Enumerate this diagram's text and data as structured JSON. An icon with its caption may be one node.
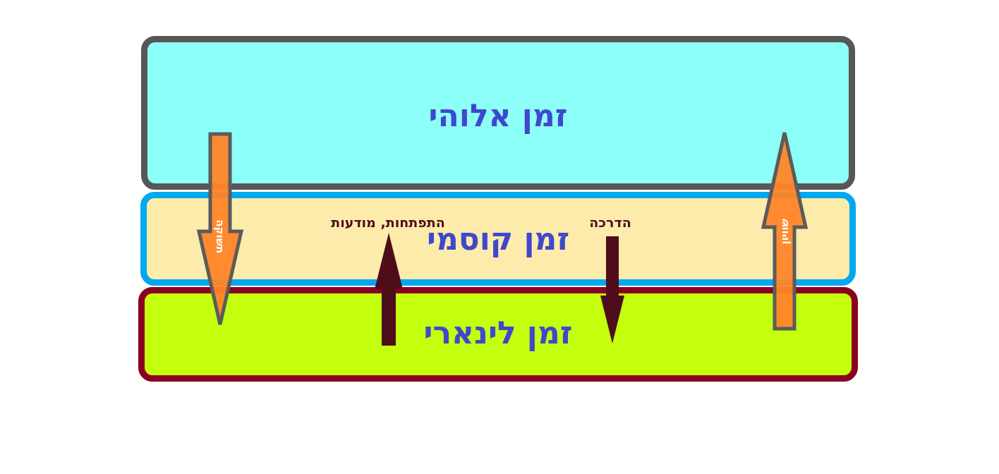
{
  "diagram": {
    "nodes": [
      {
        "text": [
          "זמן אלוהי"
        ]
      },
      {
        "text": [
          "זמן קוסמי"
        ]
      },
      {
        "text": [
          "זמן לינארי"
        ]
      }
    ],
    "edges": [
      {
        "from": 0,
        "to": 2,
        "arrow": "to",
        "label": "תשוקה",
        "color": "#ff8528",
        "style": "thick"
      },
      {
        "from": 2,
        "to": 1,
        "arrow": "to",
        "label": "התפתחות, מודעות"
      },
      {
        "from": 1,
        "to": 2,
        "arrow": "to",
        "label": "הדרכה"
      },
      {
        "from": 2,
        "to": 0,
        "arrow": "to",
        "label": "שוויון",
        "color": "#ff8528",
        "style": "thick"
      }
    ]
  }
}
